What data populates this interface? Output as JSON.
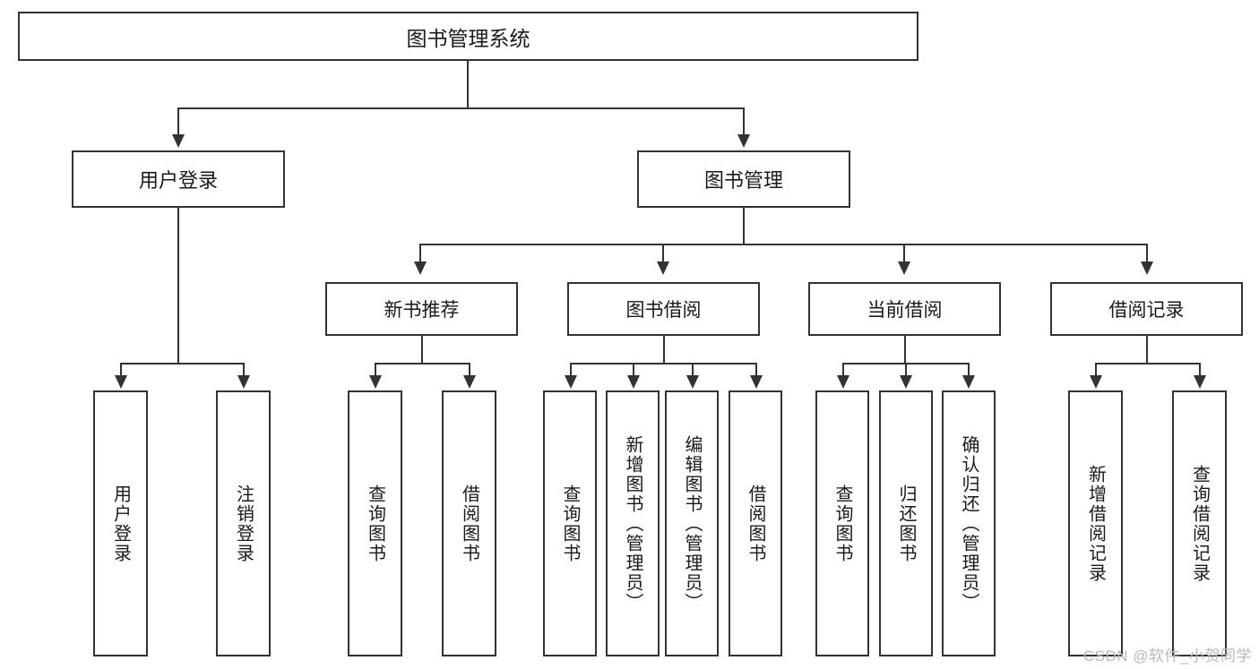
{
  "diagram": {
    "title": "图书管理系统",
    "type": "tree-hierarchy",
    "watermark": "CSDN @软件_小贺同学",
    "colors": {
      "stroke": "#333333",
      "fill": "#ffffff",
      "text": "#1a1a1a",
      "watermark": "#b9b9b9"
    },
    "root": {
      "label": "图书管理系统"
    },
    "level2": [
      {
        "label": "用户登录"
      },
      {
        "label": "图书管理"
      }
    ],
    "level3": [
      {
        "label": "新书推荐"
      },
      {
        "label": "图书借阅"
      },
      {
        "label": "当前借阅"
      },
      {
        "label": "借阅记录"
      }
    ],
    "leaves": {
      "user_login": [
        {
          "label": "用户登录"
        },
        {
          "label": "注销登录"
        }
      ],
      "new_book": [
        {
          "label": "查询图书"
        },
        {
          "label": "借阅图书"
        }
      ],
      "borrow": [
        {
          "label": "查询图书"
        },
        {
          "label": "新增图书（管理员）"
        },
        {
          "label": "编辑图书（管理员）"
        },
        {
          "label": "借阅图书"
        }
      ],
      "current": [
        {
          "label": "查询图书"
        },
        {
          "label": "归还图书"
        },
        {
          "label": "确认归还（管理员）"
        }
      ],
      "records": [
        {
          "label": "新增借阅记录"
        },
        {
          "label": "查询借阅记录"
        }
      ]
    }
  }
}
